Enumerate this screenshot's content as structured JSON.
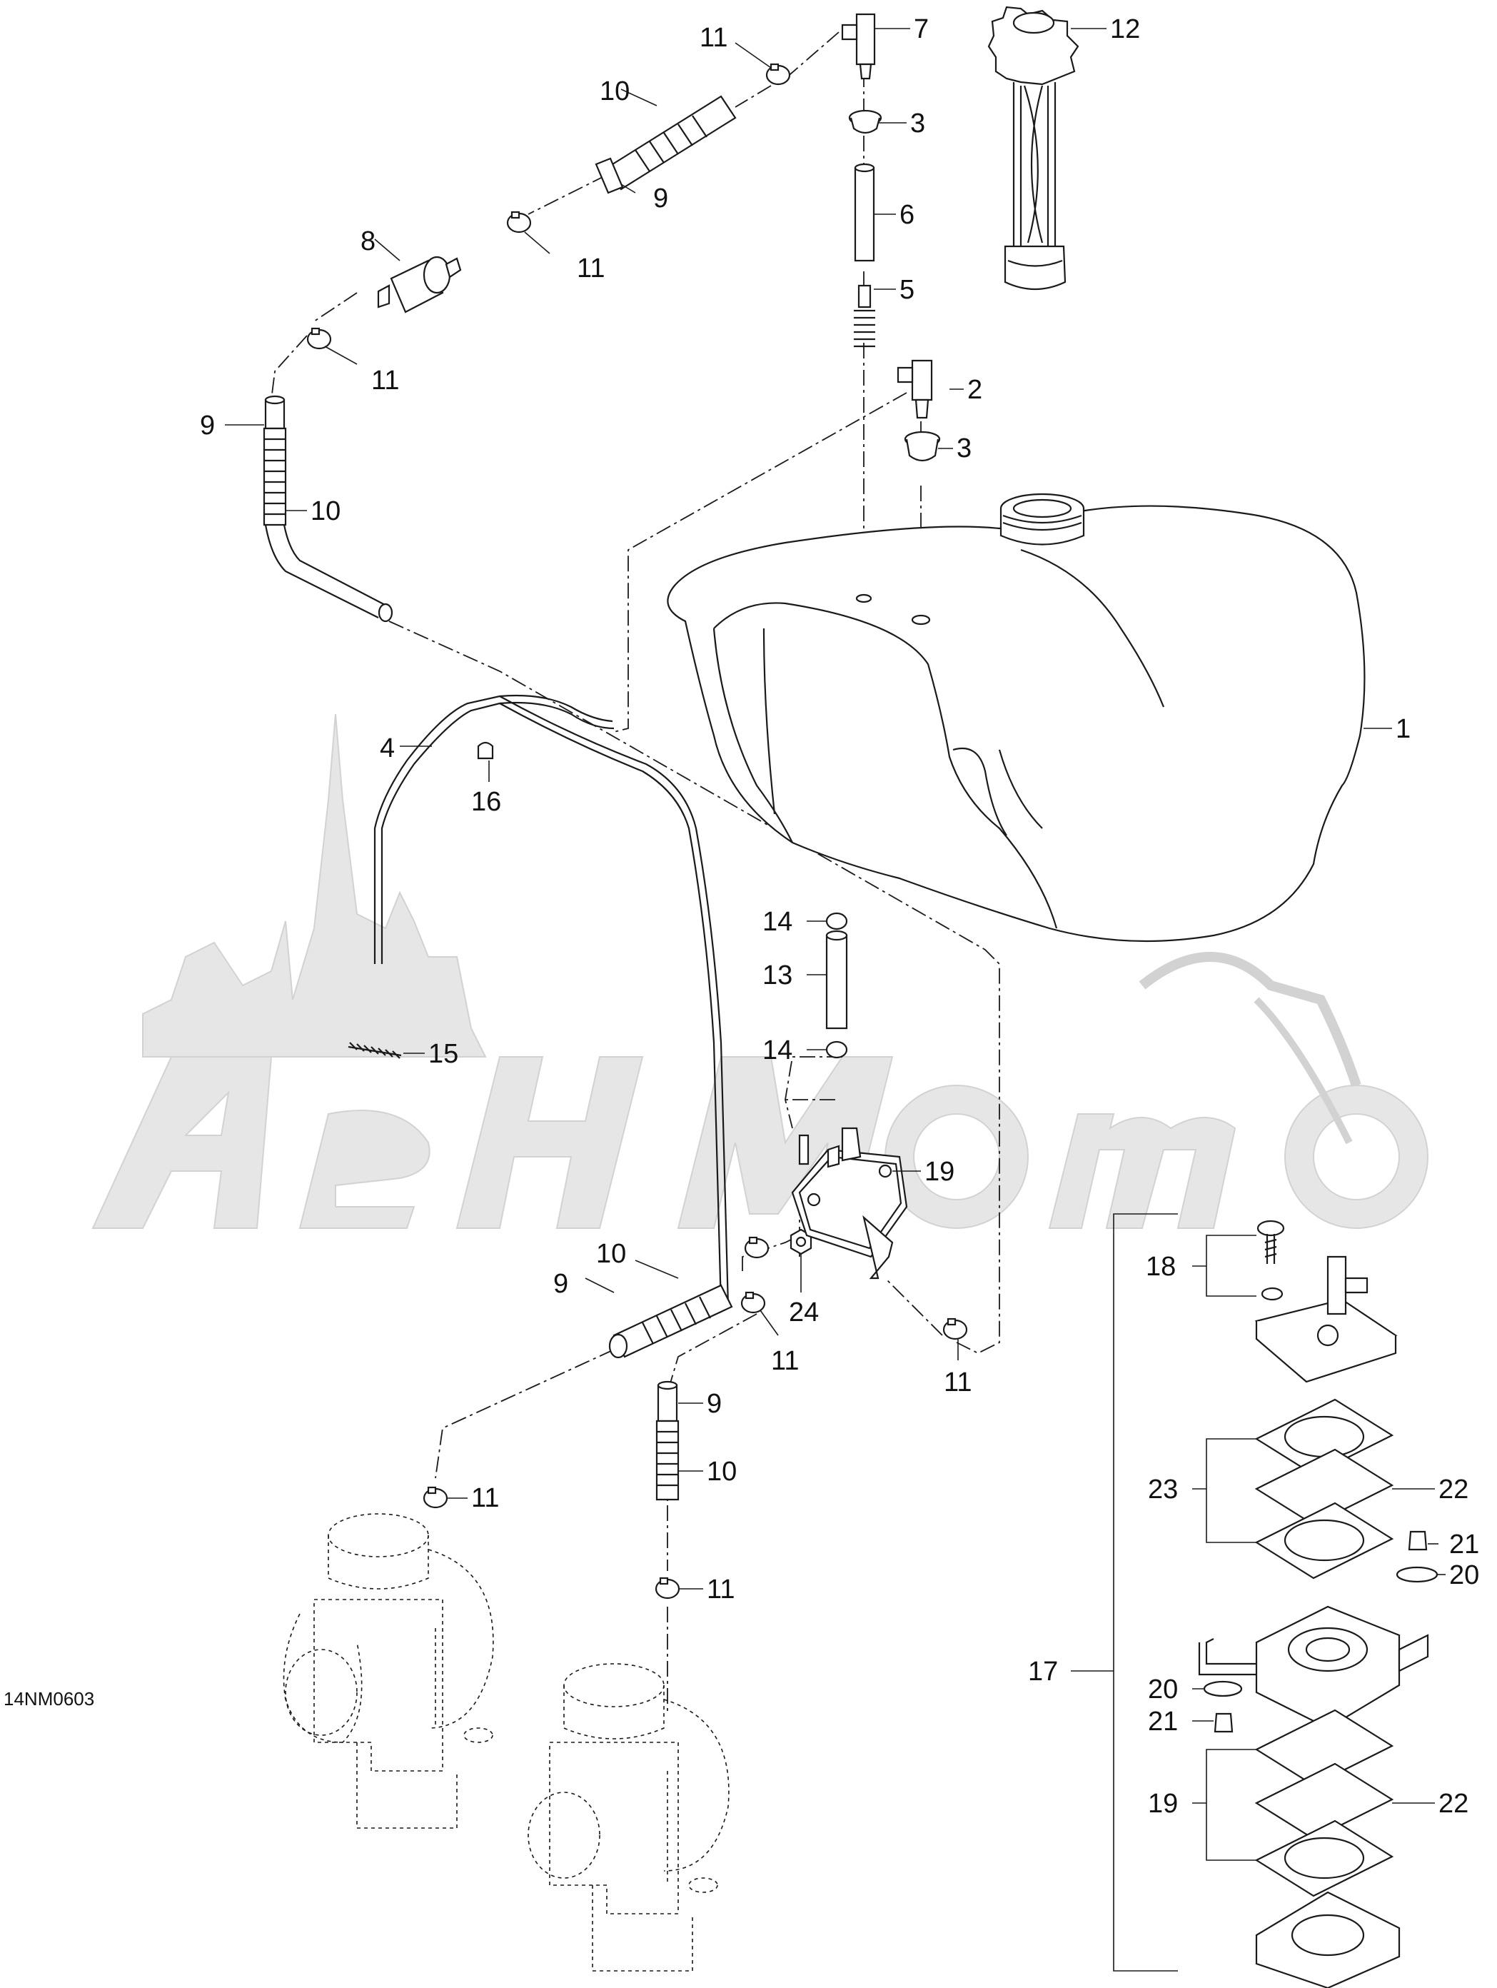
{
  "diagram": {
    "drawing_code": "14NM0603",
    "callouts": [
      "1",
      "2",
      "3",
      "4",
      "5",
      "6",
      "7",
      "8",
      "9",
      "10",
      "11",
      "12",
      "13",
      "14",
      "15",
      "16",
      "17",
      "18",
      "19",
      "20",
      "21",
      "22",
      "23",
      "24"
    ]
  },
  "colors": {
    "line": "#1a1a1a",
    "background": "#ffffff",
    "watermark": "#e6e6e6"
  }
}
